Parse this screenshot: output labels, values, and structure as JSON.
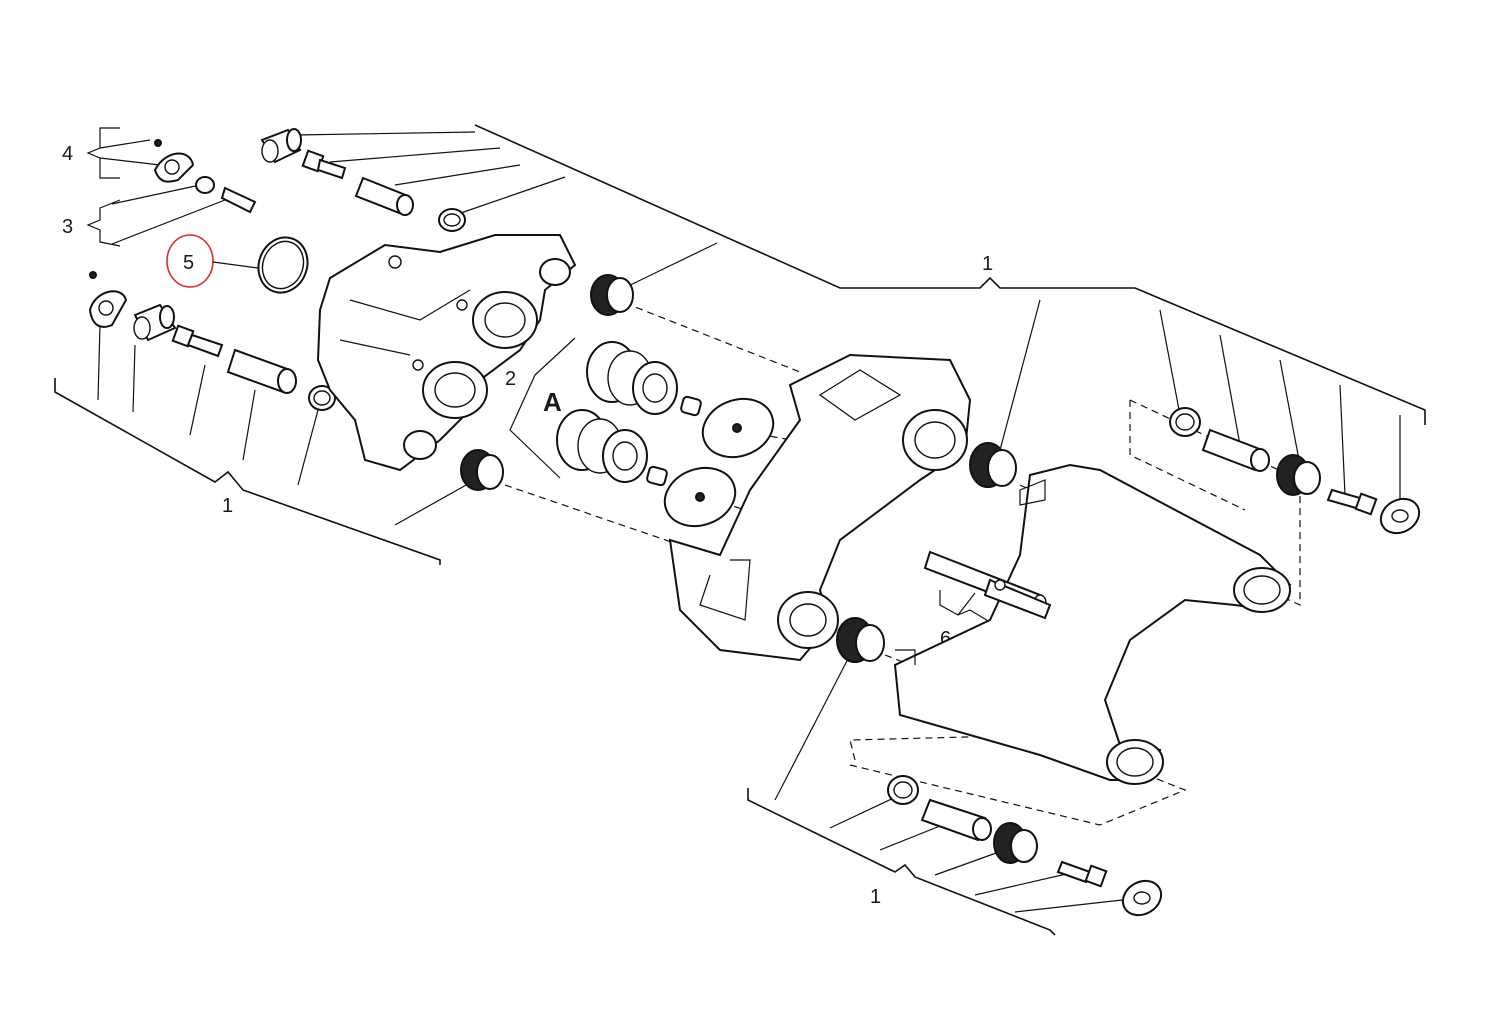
{
  "callouts": {
    "label_1_top": "1",
    "label_1_left": "1",
    "label_1_bottom": "1",
    "label_2": "2",
    "label_3": "3",
    "label_4": "4",
    "label_5": "5",
    "label_6": "6",
    "label_A": "A"
  },
  "colors": {
    "line": "#111111",
    "highlight_circle": "#d32f2f",
    "background": "#ffffff"
  }
}
